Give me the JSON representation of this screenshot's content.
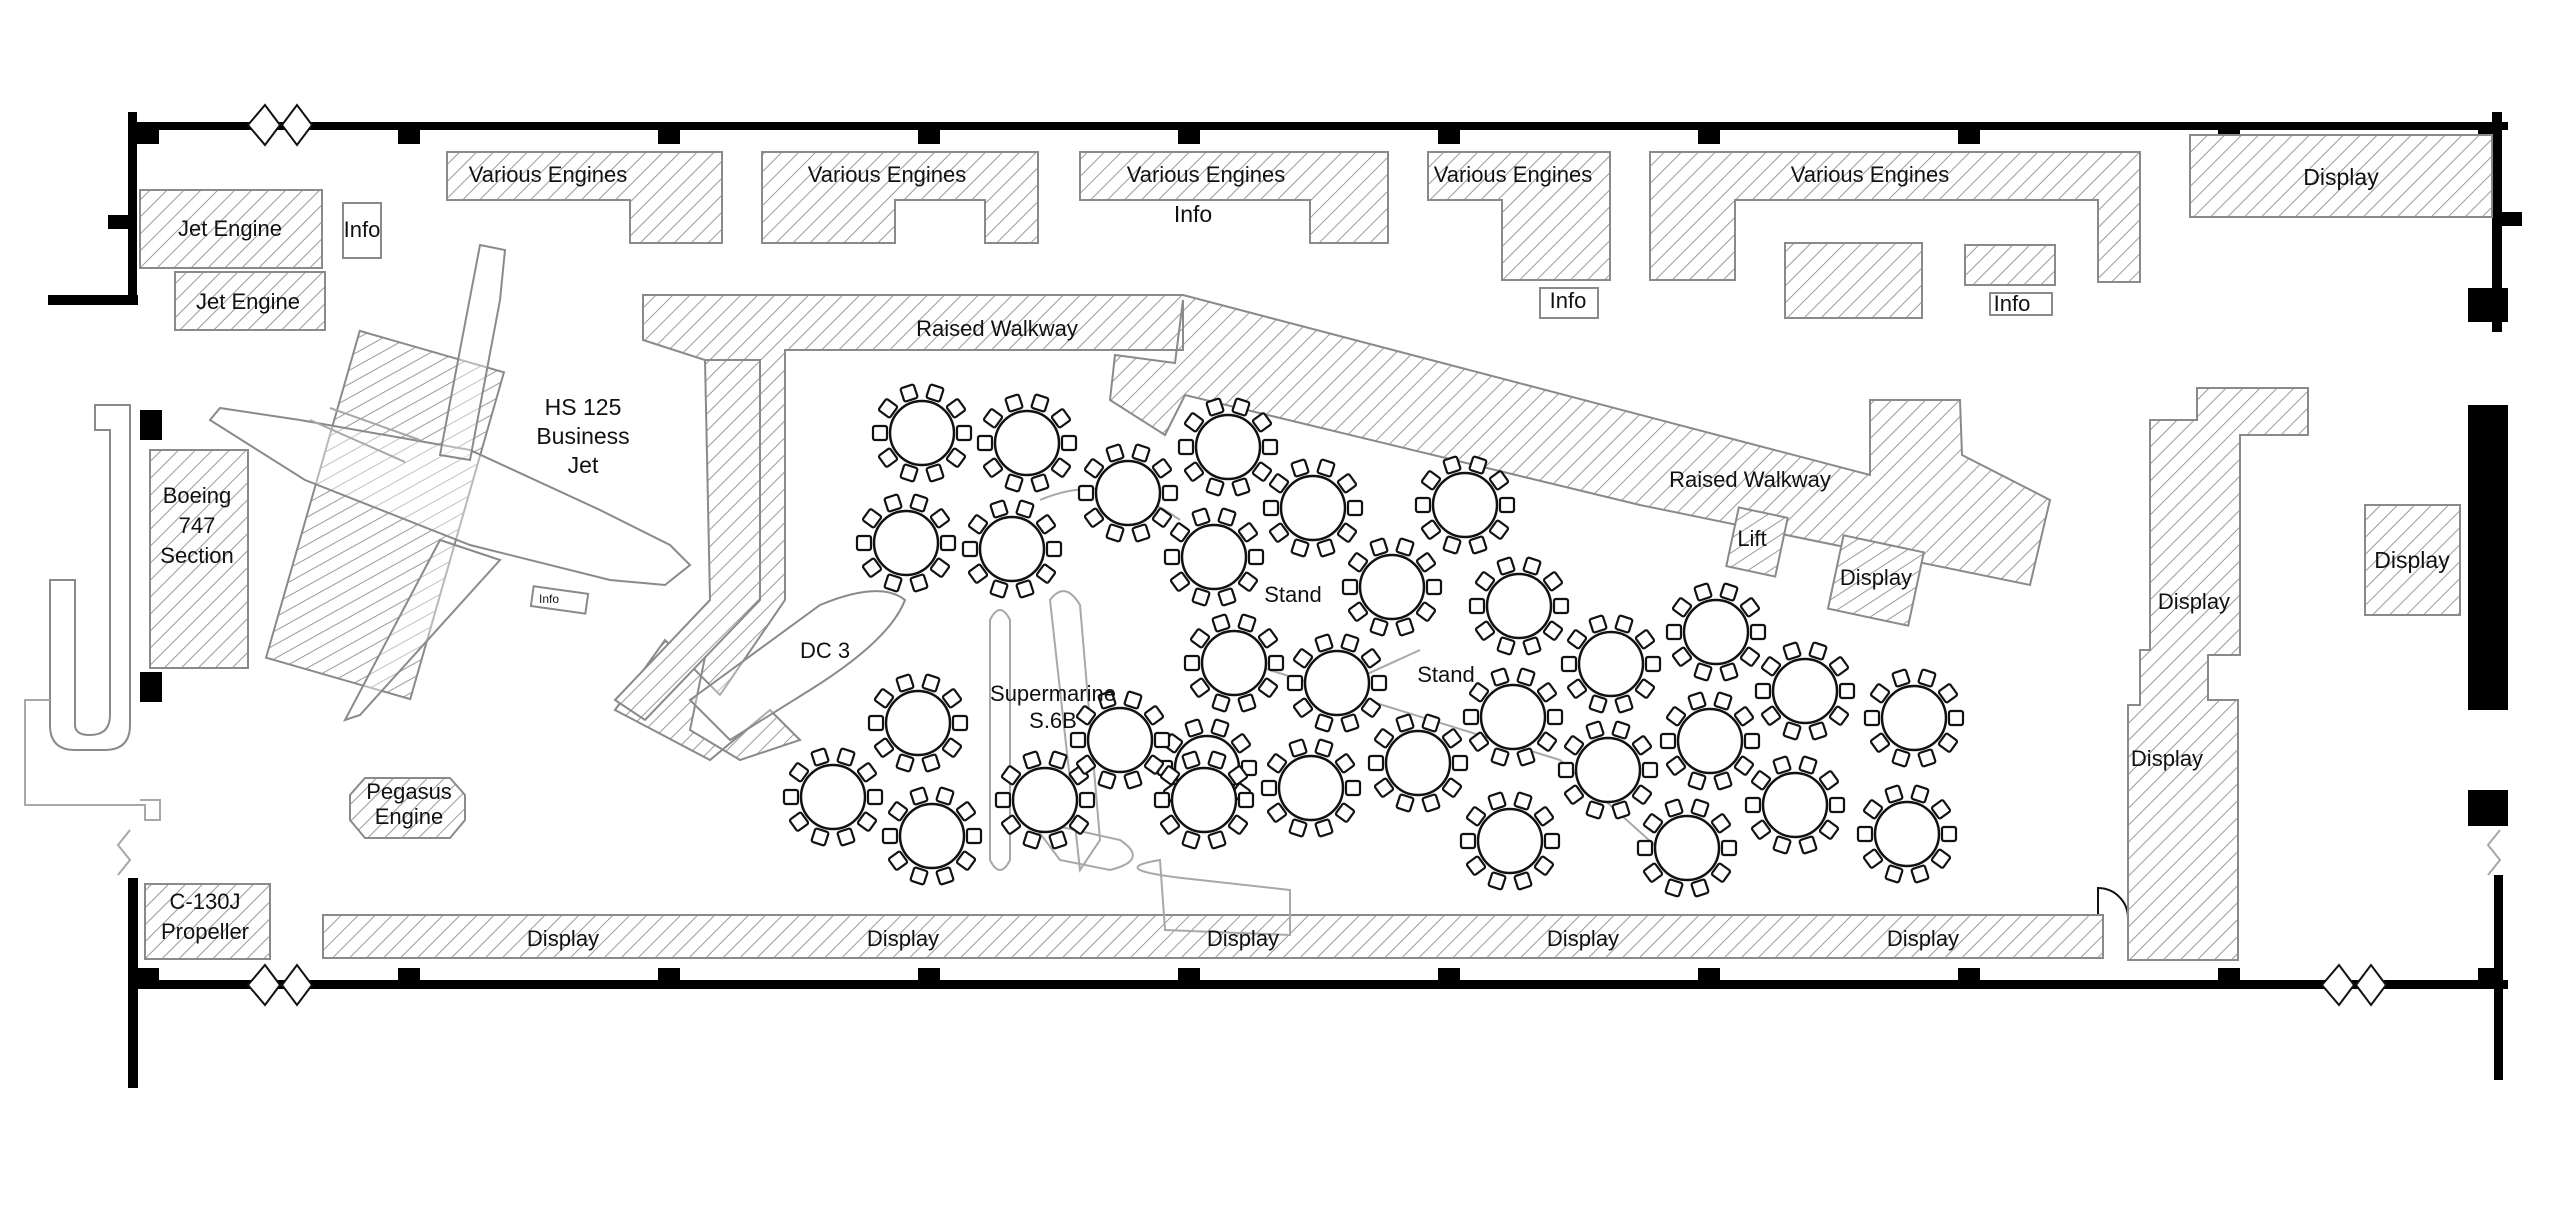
{
  "floorplan": {
    "labels": {
      "various_engines": "Various Engines",
      "info": "Info",
      "display": "Display",
      "jet_engine": "Jet Engine",
      "raised_walkway": "Raised Walkway",
      "lift": "Lift",
      "stand": "Stand",
      "hs125": [
        "HS 125",
        "Business",
        "Jet"
      ],
      "boeing747": [
        "Boeing",
        "747",
        "Section"
      ],
      "dc3": "DC 3",
      "supermarine": [
        "Supermarine",
        "S.6B"
      ],
      "pegasus": [
        "Pegasus",
        "Engine"
      ],
      "c130j": [
        "C-130J",
        "Propeller"
      ]
    },
    "table_count": 33,
    "chairs_per_table": 10
  }
}
